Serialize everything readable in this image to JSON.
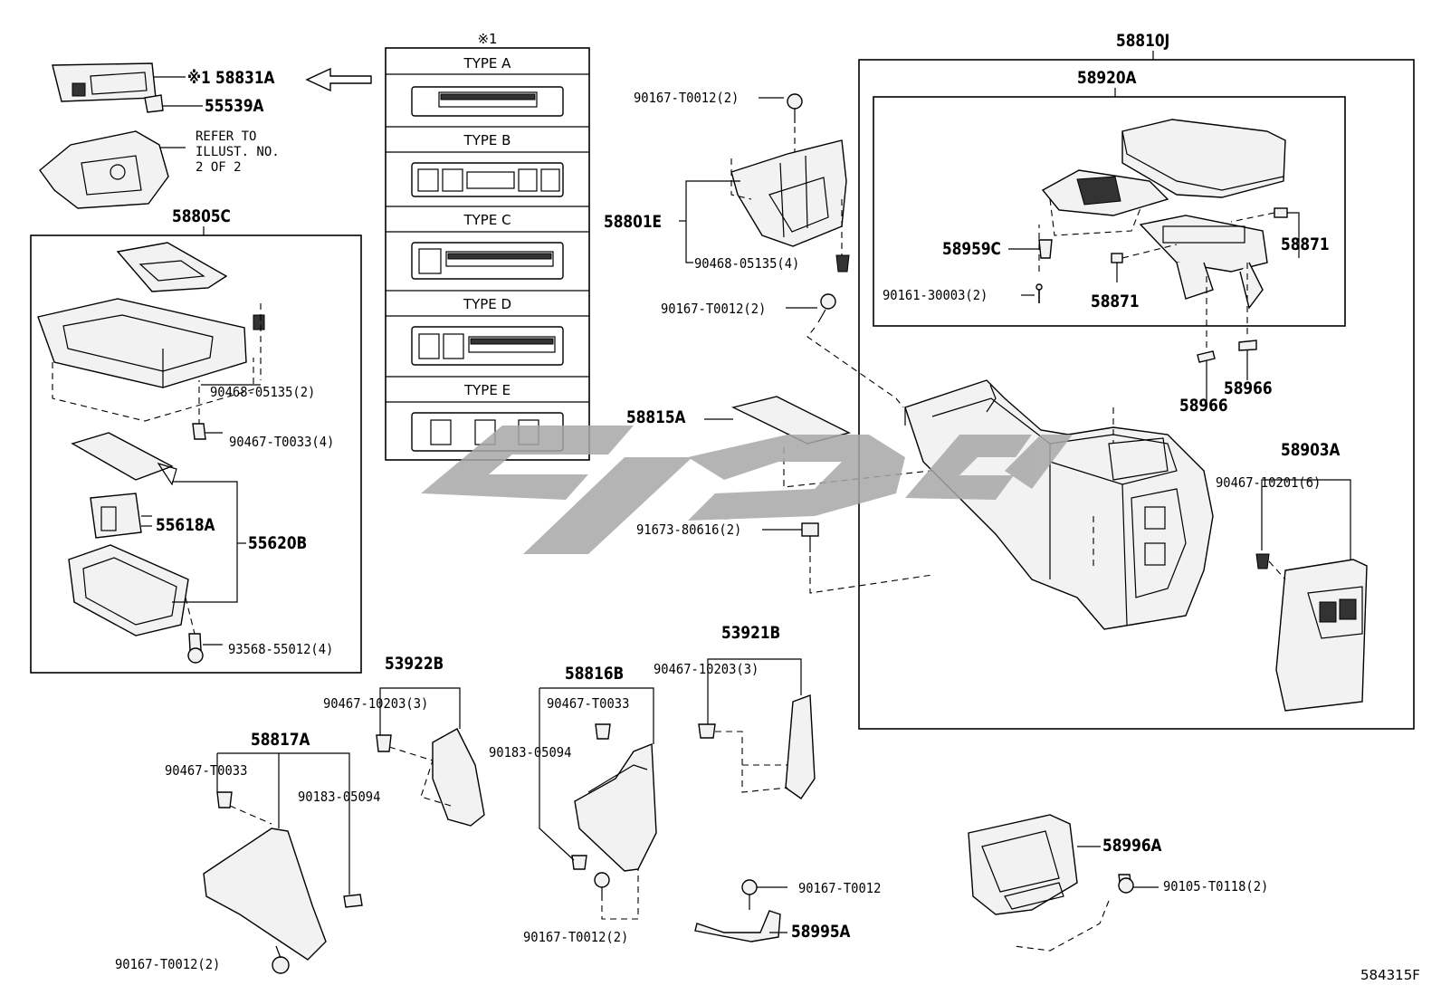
{
  "diagram_code": "584315F",
  "type_table": {
    "header_mark": "※1",
    "types": [
      "TYPE A",
      "TYPE B",
      "TYPE C",
      "TYPE D",
      "TYPE E"
    ]
  },
  "reference_note": "REFER TO\nILLUST. NO.\n2 OF 2",
  "group_labels": {
    "assembly_main": "58810J",
    "armrest_sub": "58920A",
    "tray_group": "58805C"
  },
  "part_labels": {
    "p58831A": "※1 58831A",
    "p55539A": "55539A",
    "p58801E": "58801E",
    "p58815A": "58815A",
    "p58959C": "58959C",
    "p58871_a": "58871",
    "p58871_b": "58871",
    "p58966_a": "58966",
    "p58966_b": "58966",
    "p58903A": "58903A",
    "p55618A": "55618A",
    "p55620B": "55620B",
    "p53922B": "53922B",
    "p58816B": "58816B",
    "p53921B": "53921B",
    "p58817A": "58817A",
    "p58996A": "58996A",
    "p58995A": "58995A"
  },
  "fastener_labels": {
    "f1": "90167-T0012(2)",
    "f2": "90468-05135(4)",
    "f3": "90167-T0012(2)",
    "f4": "91673-80616(2)",
    "f5": "90161-30003(2)",
    "f6": "90467-10201(6)",
    "f7": "90468-05135(2)",
    "f8": "90467-T0033(4)",
    "f9": "93568-55012(4)",
    "f10": "90467-10203(3)",
    "f11": "90467-T0033",
    "f12": "90183-05094",
    "f13": "90467-10203(3)",
    "f14": "90467-T0033",
    "f15": "90183-05094",
    "f16": "90167-T0012(2)",
    "f17": "90167-T0012",
    "f18": "90105-T0118(2)",
    "f19": "90167-T0012(2)"
  },
  "colors": {
    "line": "#000000",
    "part_fill": "#f2f2f2",
    "watermark": "#a8a8a8"
  }
}
